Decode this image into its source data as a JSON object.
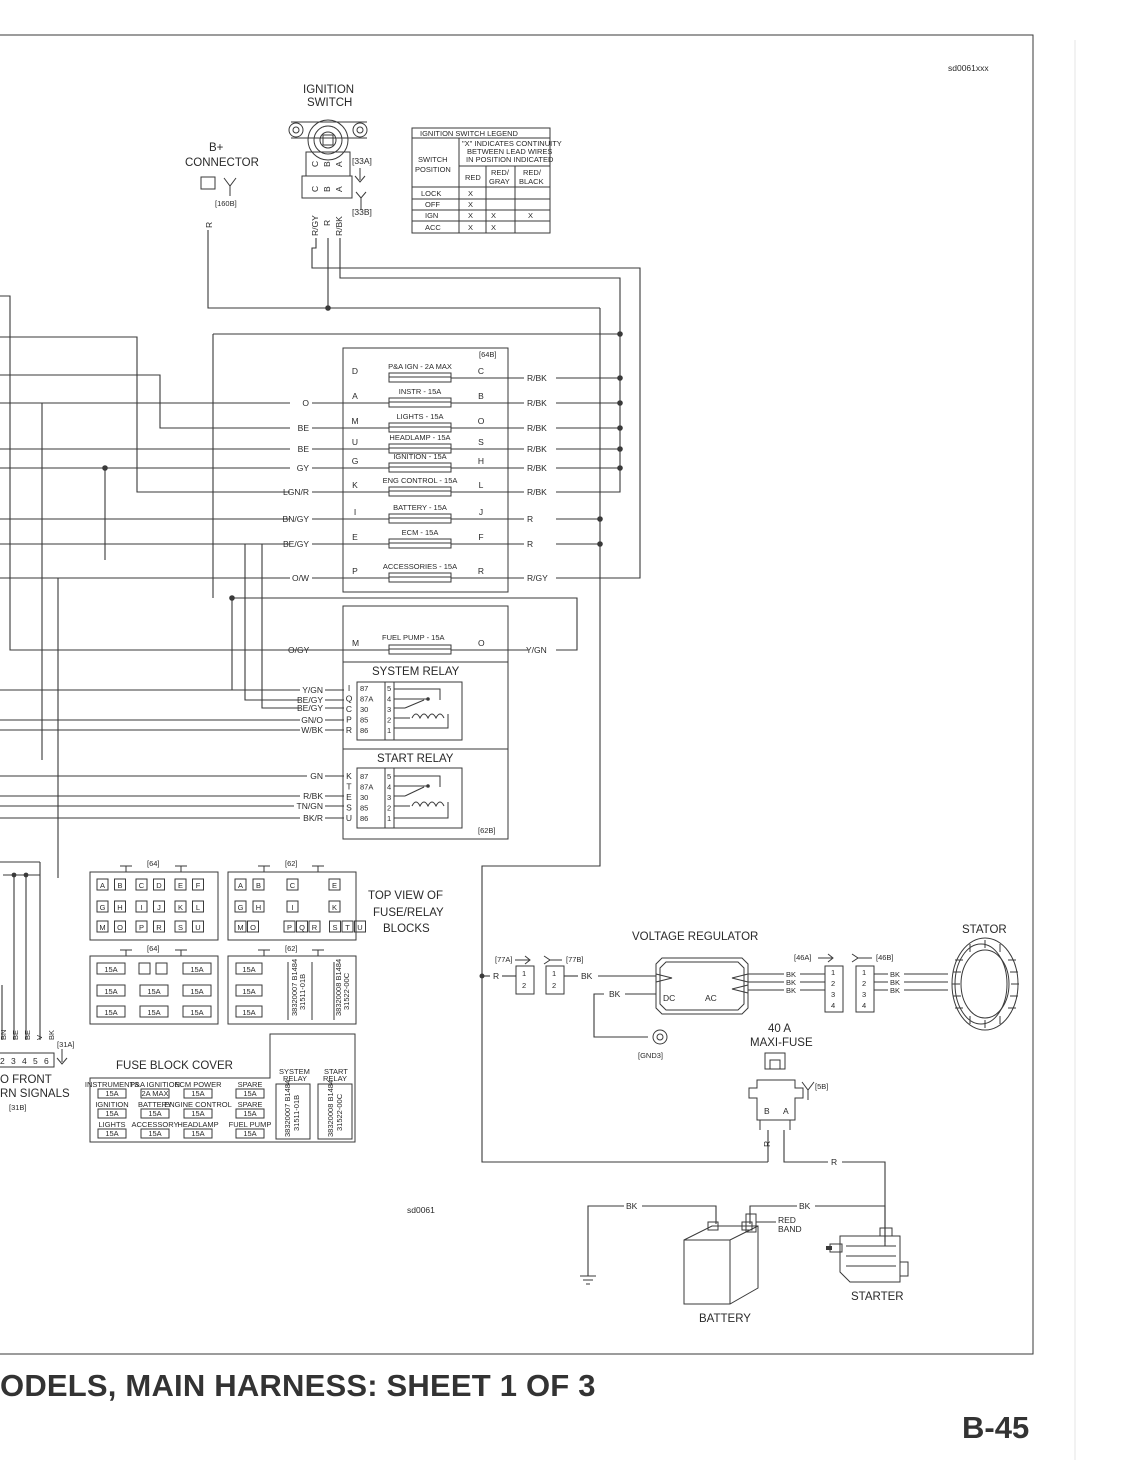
{
  "page": {
    "drawing_code_top": "sd0061xxx",
    "drawing_code_mid": "sd0061",
    "footer_title": "ODELS, MAIN HARNESS: SHEET 1 OF 3",
    "page_number": "B-45"
  },
  "ignition_switch": {
    "title1": "IGNITION",
    "title2": "SWITCH",
    "conn_top": "[33A]",
    "conn_bottom": "[33B]",
    "pins": [
      "C",
      "B",
      "A"
    ],
    "wires": [
      "R/GY",
      "R",
      "R/BK"
    ]
  },
  "b_plus": {
    "title1": "B+",
    "title2": "CONNECTOR",
    "conn": "[160B]",
    "wire": "R"
  },
  "legend": {
    "title": "IGNITION SWITCH LEGEND",
    "note1": "\"X\" INDICATES CONTINUITY",
    "note2": "BETWEEN LEAD WIRES",
    "note3": "IN POSITION INDICATED",
    "col_pos1": "SWITCH",
    "col_pos2": "POSITION",
    "col_red": "RED",
    "col_rg1": "RED/",
    "col_rg2": "GRAY",
    "col_rb1": "RED/",
    "col_rb2": "BLACK",
    "rows": [
      {
        "pos": "LOCK",
        "red": "X",
        "rg": "",
        "rb": ""
      },
      {
        "pos": "OFF",
        "red": "X",
        "rg": "",
        "rb": ""
      },
      {
        "pos": "IGN",
        "red": "X",
        "rg": "X",
        "rb": "X"
      },
      {
        "pos": "ACC",
        "red": "X",
        "rg": "X",
        "rb": ""
      }
    ]
  },
  "fuse_block": {
    "conn": "[64B]",
    "fuses": [
      {
        "left_pin": "D",
        "label": "P&A IGN - 2A MAX",
        "right_pin": "C",
        "left_wire": "",
        "right_wire": "R/BK"
      },
      {
        "left_pin": "A",
        "label": "INSTR - 15A",
        "right_pin": "B",
        "left_wire": "O",
        "right_wire": "R/BK"
      },
      {
        "left_pin": "M",
        "label": "LIGHTS - 15A",
        "right_pin": "O",
        "left_wire": "BE",
        "right_wire": "R/BK"
      },
      {
        "left_pin": "U",
        "label": "HEADLAMP - 15A",
        "right_pin": "S",
        "left_wire": "BE",
        "right_wire": "R/BK"
      },
      {
        "left_pin": "G",
        "label": "IGNITION - 15A",
        "right_pin": "H",
        "left_wire": "GY",
        "right_wire": "R/BK"
      },
      {
        "left_pin": "K",
        "label": "ENG CONTROL - 15A",
        "right_pin": "L",
        "left_wire": "LGN/R",
        "right_wire": "R/BK"
      },
      {
        "left_pin": "I",
        "label": "BATTERY - 15A",
        "right_pin": "J",
        "left_wire": "BN/GY",
        "right_wire": "R"
      },
      {
        "left_pin": "E",
        "label": "ECM - 15A",
        "right_pin": "F",
        "left_wire": "BE/GY",
        "right_wire": "R"
      },
      {
        "left_pin": "P",
        "label": "ACCESSORIES - 15A",
        "right_pin": "R",
        "left_wire": "O/W",
        "right_wire": "R/GY"
      }
    ]
  },
  "relay_block": {
    "conn": "[62B]",
    "fuel_pump": {
      "left_pin": "M",
      "label": "FUEL PUMP - 15A",
      "right_pin": "O",
      "left_wire": "O/GY",
      "right_wire": "Y/GN"
    },
    "system_relay": {
      "title": "SYSTEM RELAY",
      "wires": [
        "Y/GN",
        "BE/GY",
        "BE/GY",
        "GN/O",
        "W/BK"
      ],
      "pins": [
        "I",
        "Q",
        "C",
        "P",
        "R"
      ],
      "terms": [
        "87",
        "87A",
        "30",
        "85",
        "86"
      ],
      "nums": [
        "5",
        "4",
        "3",
        "2",
        "1"
      ]
    },
    "start_relay": {
      "title": "START RELAY",
      "wires": [
        "GN",
        "R/BK",
        "TN/GN",
        "BK/R"
      ],
      "pins": [
        "K",
        "T",
        "E",
        "S",
        "U"
      ],
      "terms": [
        "87",
        "87A",
        "30",
        "85",
        "86"
      ],
      "nums": [
        "5",
        "4",
        "3",
        "2",
        "1"
      ]
    }
  },
  "top_view": {
    "label1": "TOP VIEW OF",
    "label2": "FUSE/RELAY",
    "label3": "BLOCKS",
    "conn64": "[64]",
    "conn62": "[62]",
    "block64_rows": [
      [
        "A",
        "B",
        "C",
        "D",
        "E",
        "F"
      ],
      [
        "G",
        "H",
        "I",
        "J",
        "K",
        "L"
      ],
      [
        "M",
        "O",
        "P",
        "R",
        "S",
        "U"
      ]
    ],
    "block62_rows": [
      [
        "A",
        "B",
        "C",
        "E"
      ],
      [
        "G",
        "H",
        "I",
        "K"
      ],
      [
        "M",
        "O",
        "P",
        "Q",
        "R",
        "S",
        "T",
        "U"
      ]
    ],
    "fuse_rating": "15A",
    "relay_part1": "38320007 B1484",
    "relay_part2": "31511-01B",
    "relay_part3": "38320008 B1484",
    "relay_part4": "31522-00C"
  },
  "fuse_cover": {
    "title": "FUSE BLOCK COVER",
    "row1": [
      "INSTRUMENTS",
      "P&A IGNITION",
      "ECM POWER",
      "SPARE"
    ],
    "row1_vals": [
      "15A",
      "2A MAX",
      "15A",
      "15A"
    ],
    "row2": [
      "IGNITION",
      "BATTERY",
      "ENGINE CONTROL",
      "SPARE"
    ],
    "row2_vals": [
      "15A",
      "15A",
      "15A",
      "15A"
    ],
    "row3": [
      "LIGHTS",
      "ACCESSORY",
      "HEADLAMP",
      "FUEL PUMP"
    ],
    "row3_vals": [
      "15A",
      "15A",
      "15A",
      "15A"
    ],
    "system_relay": "SYSTEM RELAY",
    "start_relay": "START RELAY",
    "sys_label1": "SYSTEM",
    "sys_label2": "RELAY",
    "start_label1": "START",
    "start_label2": "RELAY"
  },
  "turn_signals": {
    "conn_a": "[31A]",
    "conn_b": "[31B]",
    "label1": "O FRONT",
    "label2": "RN SIGNALS",
    "wires": [
      "BN",
      "BE",
      "BE",
      "V",
      "BK"
    ],
    "pins": [
      "2",
      "3",
      "4",
      "5",
      "6"
    ]
  },
  "charging": {
    "vr_title": "VOLTAGE REGULATOR",
    "stator_title": "STATOR",
    "conn77a": "[77A]",
    "conn77b": "[77B]",
    "conn46a": "[46A]",
    "conn46b": "[46B]",
    "wire_r": "R",
    "wire_bk": "BK",
    "dc": "DC",
    "ac": "AC",
    "gnd": "[GND3]",
    "maxi1": "40 A",
    "maxi2": "MAXI-FUSE",
    "conn5b": "[5B]",
    "pins_ba": [
      "B",
      "A"
    ],
    "nums2": [
      "1",
      "2"
    ],
    "nums4": [
      "1",
      "2",
      "3",
      "4"
    ]
  },
  "battery": {
    "label": "BATTERY",
    "red_band1": "RED",
    "red_band2": "BAND",
    "wire_bk1": "BK",
    "wire_bk2": "BK",
    "wire_r": "R"
  },
  "starter": {
    "label": "STARTER"
  }
}
